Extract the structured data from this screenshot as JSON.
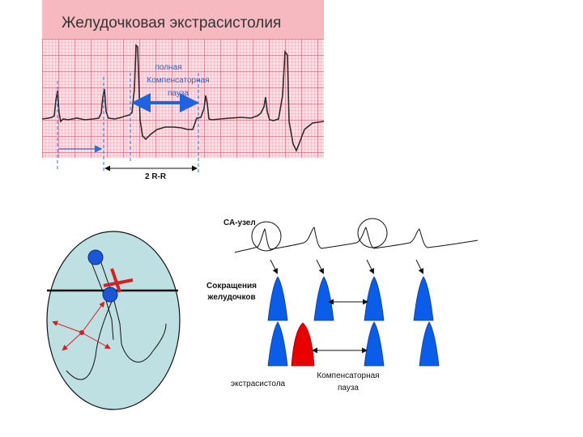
{
  "ecg_panel": {
    "title": "Желудочковая экстрасистолия",
    "annotation_line1": "полная",
    "annotation_line2": "Компенсаторная",
    "annotation_line3": "пауза",
    "rr_label": "2 R-R"
  },
  "diagram": {
    "sa_node_label": "СА-узел",
    "ventricular_contractions_line1": "Сокращения",
    "ventricular_contractions_line2": "желудочков",
    "extrasystole_label": "экстрасистола",
    "compensatory_pause_line1": "Компенсаторная",
    "compensatory_pause_line2": "пауза"
  },
  "colors": {
    "ecg_title_bar": "#f6b9c0",
    "ecg_grid_bg": "#fbe3e7",
    "annotation_blue": "#2a5fc8",
    "ventricle_blue": "#0a5de8",
    "extrasystole_red": "#e80000",
    "heart_fill": "#bfe0e3",
    "marker_red": "#d62020"
  }
}
